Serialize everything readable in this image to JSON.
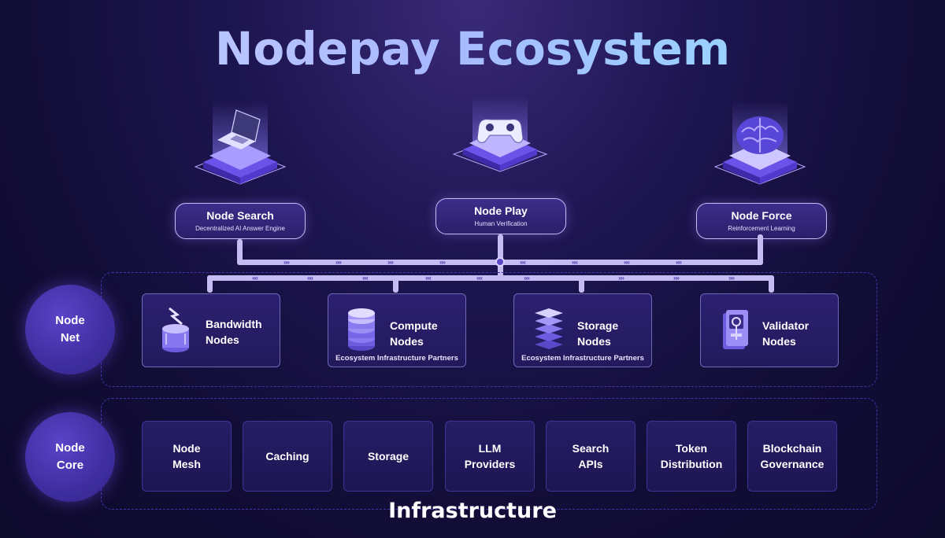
{
  "title": "Nodepay Ecosystem",
  "products": [
    {
      "name": "Node Search",
      "subtitle": "Decentralized AI Answer Engine",
      "icon": "laptop-icon"
    },
    {
      "name": "Node Play",
      "subtitle": "Human Verification",
      "icon": "gamepad-icon"
    },
    {
      "name": "Node Force",
      "subtitle": "Reinforcement Learning",
      "icon": "brain-icon"
    }
  ],
  "node_net": {
    "label": "Node\nNet",
    "items": [
      {
        "name": "Bandwidth\nNodes",
        "subtitle": "",
        "icon": "bandwidth-cylinder-icon"
      },
      {
        "name": "Compute\nNodes",
        "subtitle": "Ecosystem Infrastructure Partners",
        "icon": "server-stack-icon"
      },
      {
        "name": "Storage\nNodes",
        "subtitle": "Ecosystem Infrastructure Partners",
        "icon": "storage-layers-icon"
      },
      {
        "name": "Validator\nNodes",
        "subtitle": "",
        "icon": "validator-machine-icon"
      }
    ]
  },
  "node_core": {
    "label": "Node\nCore",
    "items": [
      {
        "name": "Node\nMesh"
      },
      {
        "name": "Caching"
      },
      {
        "name": "Storage"
      },
      {
        "name": "LLM\nProviders"
      },
      {
        "name": "Search\nAPIs"
      },
      {
        "name": "Token\nDistribution"
      },
      {
        "name": "Blockchain\nGovernance"
      }
    ]
  },
  "footer_label": "Infrastructure",
  "colors": {
    "accent": "#c4bcf2",
    "panel": "#2c2070",
    "circle": "#4a36b4",
    "background": "#120d36"
  }
}
